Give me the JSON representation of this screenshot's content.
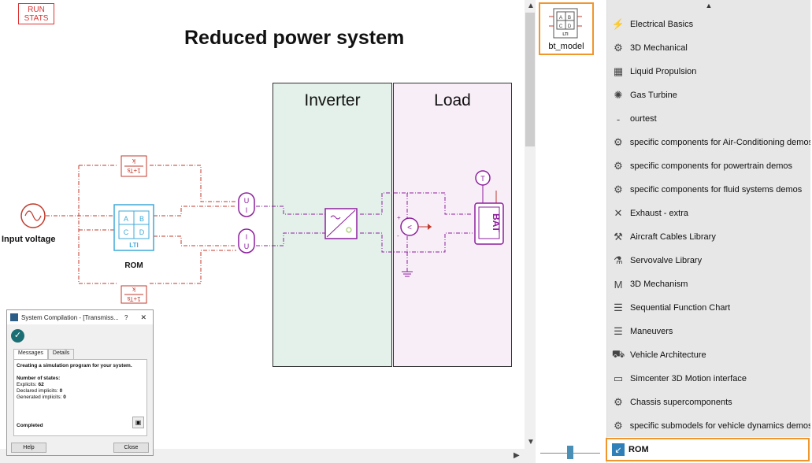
{
  "canvas": {
    "run_stats_line1": "RUN",
    "run_stats_line2": "STATS",
    "title": "Reduced power system",
    "regions": {
      "inverter": "Inverter",
      "load": "Load"
    },
    "labels": {
      "input_voltage": "Input voltage",
      "rom": "ROM",
      "lti": "LTI",
      "bat": "BAT"
    },
    "lti_cells": [
      "A",
      "B",
      "C",
      "D"
    ],
    "transfer_fn": {
      "num": "k",
      "den": "1+Ts"
    }
  },
  "right_pane": {
    "model_label": "bt_model",
    "libraries": [
      {
        "label": "Electrical Basics",
        "icon": "electrical-icon"
      },
      {
        "label": "3D Mechanical",
        "icon": "mechanical-icon"
      },
      {
        "label": "Liquid Propulsion",
        "icon": "propulsion-icon"
      },
      {
        "label": "Gas Turbine",
        "icon": "turbine-icon"
      },
      {
        "label": "ourtest",
        "icon": "dash-icon"
      },
      {
        "label": "specific components for Air-Conditioning demos",
        "icon": "component-icon"
      },
      {
        "label": "specific components for powertrain demos",
        "icon": "component-icon"
      },
      {
        "label": "specific components for fluid systems demos",
        "icon": "component-icon"
      },
      {
        "label": "Exhaust - extra",
        "icon": "exhaust-icon"
      },
      {
        "label": "Aircraft Cables Library",
        "icon": "cable-icon"
      },
      {
        "label": "Servovalve Library",
        "icon": "valve-icon"
      },
      {
        "label": "3D Mechanism",
        "icon": "mechanism-icon"
      },
      {
        "label": "Sequential Function Chart",
        "icon": "sfc-icon"
      },
      {
        "label": "Maneuvers",
        "icon": "maneuver-icon"
      },
      {
        "label": "Vehicle Architecture",
        "icon": "vehicle-icon"
      },
      {
        "label": "Simcenter 3D Motion interface",
        "icon": "motion-icon"
      },
      {
        "label": "Chassis supercomponents",
        "icon": "chassis-icon"
      },
      {
        "label": "specific submodels for vehicle dynamics demos",
        "icon": "submodel-icon"
      }
    ],
    "rom_item": "ROM"
  },
  "dialog": {
    "title": "System Compilation - [Transmiss...",
    "help_mark": "?",
    "close_mark": "✕",
    "tabs": [
      "Messages",
      "Details"
    ],
    "message": "Creating a simulation program for your system.",
    "states_heading": "Number of states:",
    "explicits_label": "Explicits:",
    "explicits_value": "62",
    "declared_label": "Declared implicits:",
    "declared_value": "0",
    "generated_label": "Generated implicits:",
    "generated_value": "0",
    "status": "Completed",
    "help_button": "Help",
    "close_button": "Close"
  },
  "colors": {
    "signal": "#c0392b",
    "electrical": "#8e1f9e",
    "lti_blue": "#3fa9d8",
    "inverter_bg": "#e3f1ea",
    "load_bg": "#f8eef8",
    "highlight": "#f0962b"
  }
}
